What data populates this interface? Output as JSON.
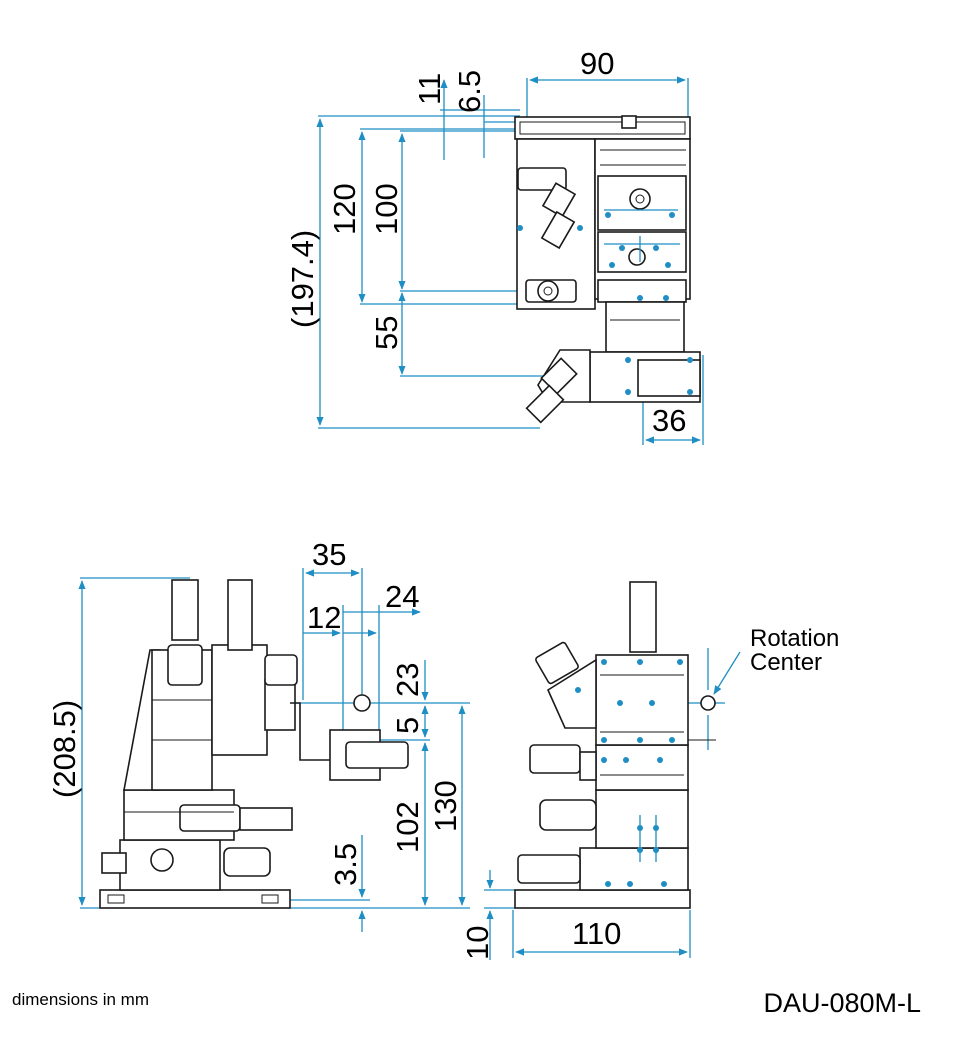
{
  "top_view": {
    "dims": {
      "width_90": "90",
      "offset_11": "11",
      "offset_6_5": "6.5",
      "height_120": "120",
      "height_100": "100",
      "overall_197_4": "(197.4)",
      "offset_55": "55",
      "width_36": "36"
    }
  },
  "side_view": {
    "dims": {
      "d35": "35",
      "d24": "24",
      "d12": "12",
      "d23": "23",
      "d5": "5",
      "overall_208_5": "(208.5)",
      "d102": "102",
      "d130": "130",
      "d3_5": "3.5"
    }
  },
  "front_view": {
    "dims": {
      "d10": "10",
      "d110": "110"
    },
    "rotation_label_line1": "Rotation",
    "rotation_label_line2": "Center"
  },
  "footnote": "dimensions in mm",
  "model": "DAU-080M-L",
  "colors": {
    "dimension": "#1f8ec4",
    "outline": "#1a1a1a"
  }
}
